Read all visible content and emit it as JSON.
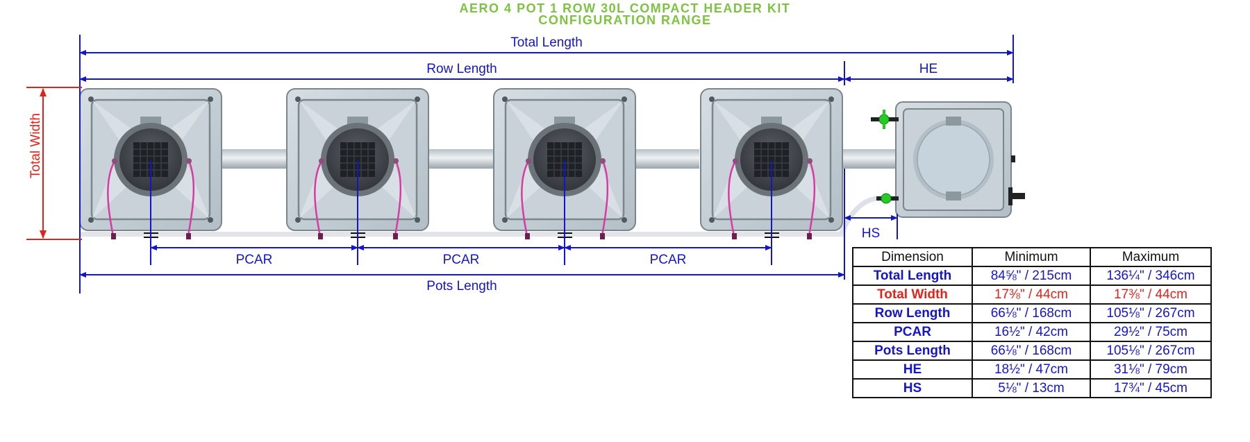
{
  "title": {
    "line1": "AERO 4 POT 1 ROW 30L COMPACT HEADER KIT",
    "line2": "CONFIGURATION RANGE"
  },
  "labels": {
    "total_length": "Total Length",
    "row_length": "Row Length",
    "he": "HE",
    "total_width": "Total Width",
    "hs": "HS",
    "pcar": "PCAR",
    "pots_length": "Pots Length"
  },
  "colors": {
    "title": "#7dc242",
    "dimension_blue": "#1515c8",
    "dimension_red": "#e2231a",
    "pot_body": "#c4ced6",
    "tube": "#d63aa3",
    "valve_green": "#22cc22"
  },
  "table": {
    "headers": [
      "Dimension",
      "Minimum",
      "Maximum"
    ],
    "rows": [
      {
        "dimension": "Total Length",
        "minimum": "84⅝\" / 215cm",
        "maximum": "136¼\" / 346cm",
        "color": "blue"
      },
      {
        "dimension": "Total Width",
        "minimum": "17⅜\" / 44cm",
        "maximum": "17⅜\" / 44cm",
        "color": "red"
      },
      {
        "dimension": "Row Length",
        "minimum": "66⅛\" / 168cm",
        "maximum": "105⅛\" / 267cm",
        "color": "blue"
      },
      {
        "dimension": "PCAR",
        "minimum": "16½\" / 42cm",
        "maximum": "29½\" / 75cm",
        "color": "blue"
      },
      {
        "dimension": "Pots Length",
        "minimum": "66⅛\" / 168cm",
        "maximum": "105⅛\" / 267cm",
        "color": "blue"
      },
      {
        "dimension": "HE",
        "minimum": "18½\" / 47cm",
        "maximum": "31⅛\" / 79cm",
        "color": "blue"
      },
      {
        "dimension": "HS",
        "minimum": "5⅛\" / 13cm",
        "maximum": "17¾\" / 45cm",
        "color": "blue"
      }
    ]
  }
}
